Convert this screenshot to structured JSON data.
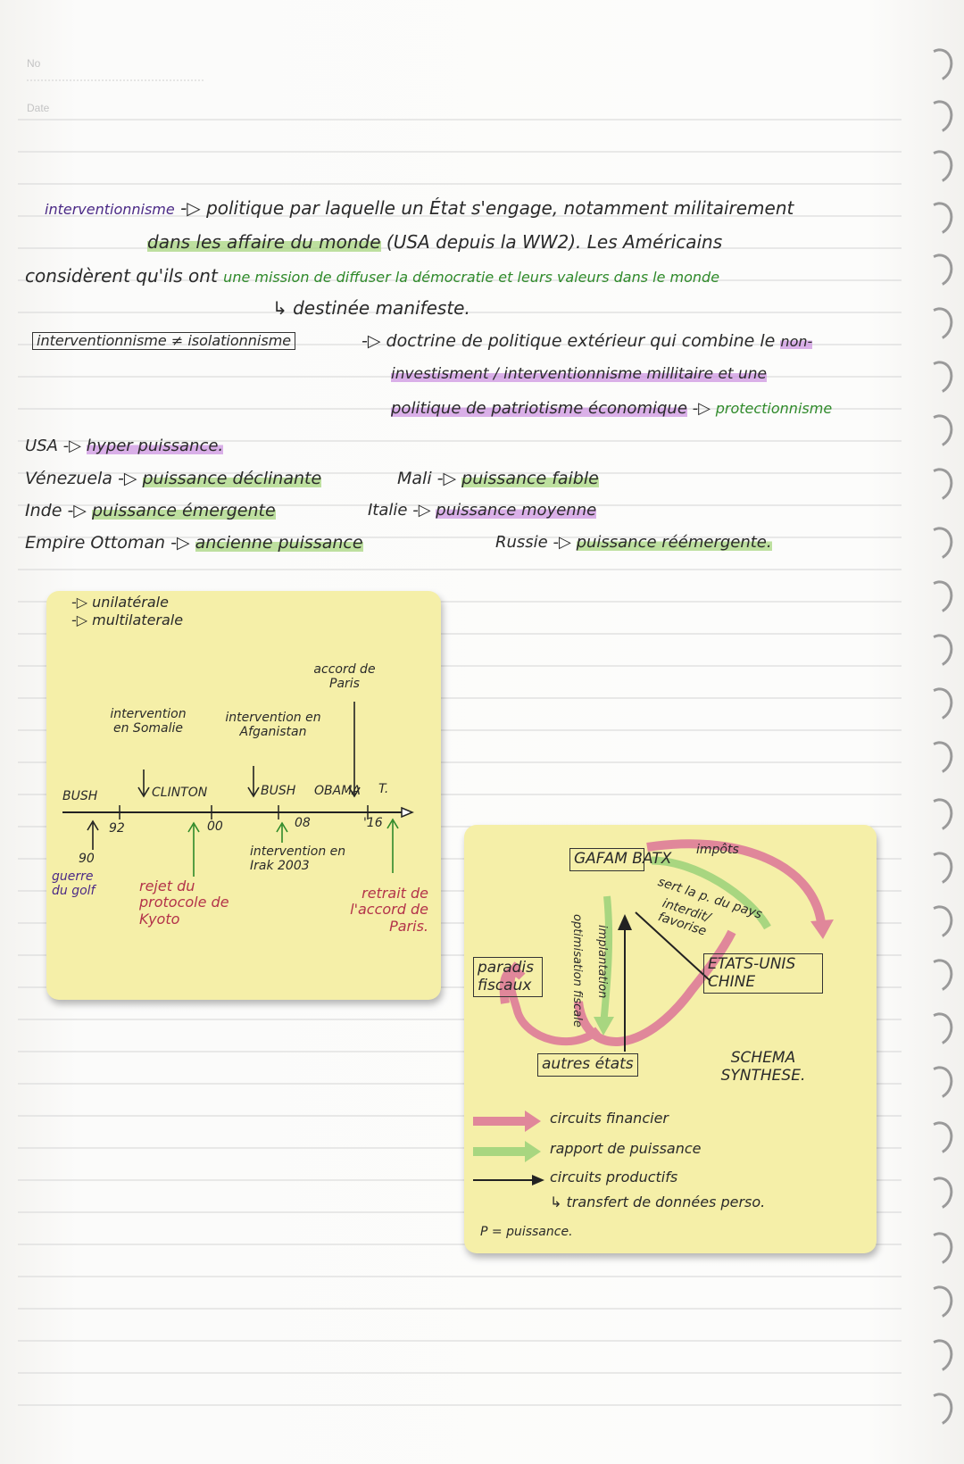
{
  "header": {
    "no_label": "No",
    "date_label": "Date"
  },
  "definition": {
    "term": "interventionnisme",
    "arrow": "-▷",
    "line1": "politique par laquelle un État s'engage, notamment militairement",
    "line2_hl": "dans les affaire du monde",
    "line2_rest": "(USA depuis la WW2). Les Américains",
    "line3_start": "considèrent qu'ils ont",
    "line3_green": "une mission de diffuser la démocratie et leurs valeurs dans le monde",
    "line4": "↳ destinée manifeste."
  },
  "isolationnisme": {
    "box": "interventionnisme ≠ isolationnisme",
    "line1": "-▷ doctrine de politique extérieur qui combine le",
    "line1_hl": "non-",
    "line2_hl": "investisment / interventionnisme millitaire et une",
    "line3_hl": "politique de patriotisme économique",
    "line3_arrow": "-▷",
    "line3_green": "protectionnisme"
  },
  "powers": {
    "usa": {
      "country": "USA",
      "type": "hyper puissance."
    },
    "venezuela": {
      "country": "Vénezuela",
      "type": "puissance déclinante"
    },
    "inde": {
      "country": "Inde",
      "type": "puissance émergente"
    },
    "empire": {
      "country": "Empire Ottoman",
      "type": "ancienne puissance"
    },
    "mali": {
      "country": "Mali",
      "type": "puissance faible"
    },
    "italie": {
      "country": "Italie",
      "type": "puissance moyenne"
    },
    "russie": {
      "country": "Russie",
      "type": "puissance réémergente."
    },
    "arrow": "-▷"
  },
  "timeline": {
    "legend": [
      "-▷ unilatérale",
      "-▷ multilaterale"
    ],
    "presidents": [
      "BUSH",
      "CLINTON",
      "BUSH",
      "OBAMA",
      "T."
    ],
    "years": [
      "90",
      "92",
      "00",
      "08",
      "'16"
    ],
    "events_top": [
      "intervention en Somalie",
      "intervention en Afganistan",
      "accord de Paris"
    ],
    "events_bottom": [
      "guerre du golf",
      "rejet du protocole de Kyoto",
      "intervention en Irak 2003",
      "retrait de l'accord de Paris."
    ]
  },
  "schema": {
    "gafam": "GAFAM BATX",
    "paradis": "paradis fiscaux",
    "etats_unis": "ETATS-UNIS CHINE",
    "autres": "autres états",
    "impots": "impôts",
    "sert": "sert la p. du pays",
    "interdit": "interdit/ favorise",
    "optimisation": "optimisation fiscale",
    "implantation": "implantation",
    "title": "SCHEMA SYNTHESE.",
    "legend": [
      "circuits financier",
      "rapport de puissance",
      "circuits productifs",
      "↳ transfert de données perso."
    ],
    "footnote": "P = puissance."
  },
  "colors": {
    "purple": "#4b2a86",
    "green": "#2f8a2a",
    "highlight_green": "#a8d680",
    "highlight_purple": "#ce96e2",
    "postit": "#f5efa8",
    "arrow_pink": "#e0879a"
  }
}
